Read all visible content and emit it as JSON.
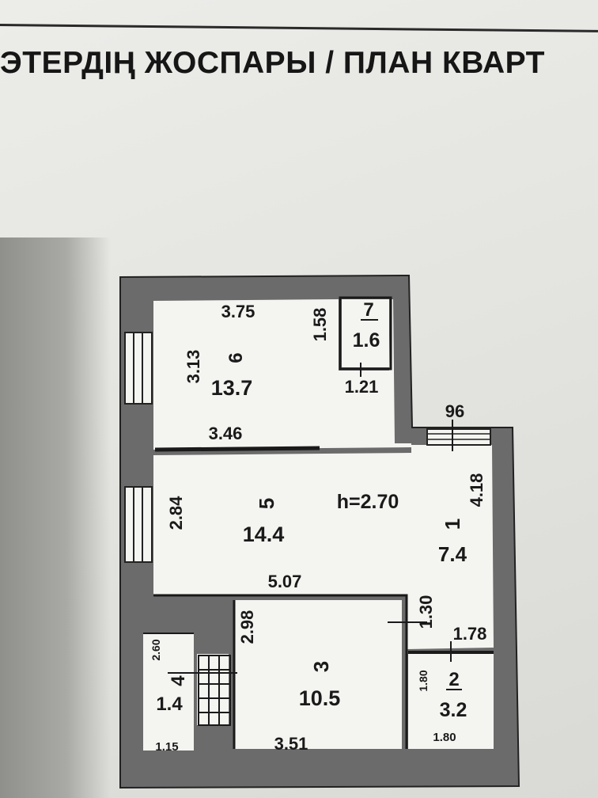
{
  "title": "ЭТЕРДІҢ ЖОСПАРЫ / ПЛАН КВАРТ",
  "ceiling_height": "h=2.70",
  "rooms": [
    {
      "number": "1",
      "area": "7.4"
    },
    {
      "number": "2",
      "area": "3.2"
    },
    {
      "number": "3",
      "area": "10.5"
    },
    {
      "number": "4",
      "area": "1.4"
    },
    {
      "number": "5",
      "area": "14.4"
    },
    {
      "number": "6",
      "area": "13.7"
    },
    {
      "number": "7",
      "area": "1.6"
    }
  ],
  "dimensions": {
    "room6_top": "3.75",
    "room6_height": "3.13",
    "room6_bottom": "3.46",
    "room7_height": "1.58",
    "room7_width": "1.21",
    "door_96": "96",
    "room1_height": "4.18",
    "room5_height": "2.84",
    "room5_width": "5.07",
    "room1_lower": "1.30",
    "room2_top": "1.78",
    "room3_height": "2.98",
    "room4_height": "2.60",
    "room4_width": "1.15",
    "room3_width": "3.51",
    "room2_height": "1.80",
    "room2_width": "1.80"
  }
}
